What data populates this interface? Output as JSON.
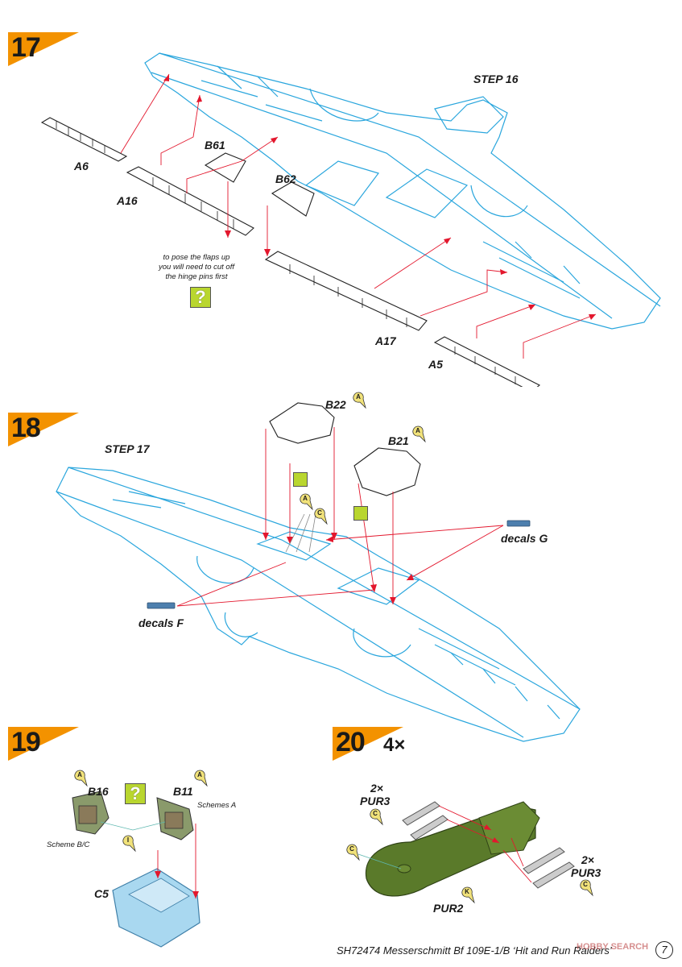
{
  "steps": {
    "s17": {
      "number": "17"
    },
    "s18": {
      "number": "18"
    },
    "s19": {
      "number": "19"
    },
    "s20": {
      "number": "20",
      "count": "4×"
    }
  },
  "labels": {
    "step16_ref": "STEP 16",
    "step17_ref": "STEP 17",
    "a6": "A6",
    "a16": "A16",
    "b61": "B61",
    "b62": "B62",
    "a17": "A17",
    "a5": "A5",
    "b22": "B22",
    "b21": "B21",
    "decals_g": "decals G",
    "decals_f": "decals F",
    "b16": "B16",
    "b11": "B11",
    "schemes_a": "Schemes A",
    "scheme_bc": "Scheme B/C",
    "c5": "C5",
    "pur3_left_qty": "2×",
    "pur3_left": "PUR3",
    "pur3_right_qty": "2×",
    "pur3_right": "PUR3",
    "pur2": "PUR2"
  },
  "note_flaps": [
    "to pose the flaps up",
    "you will need to cut off",
    "the hinge pins first"
  ],
  "paint_codes": {
    "b22": "A",
    "b21": "A",
    "step18_a": "A",
    "step18_c": "C",
    "b16": "A",
    "b11": "A",
    "step19_i": "I",
    "pur3_left": "C",
    "step20_c": "C",
    "pur2": "K",
    "pur3_right": "C"
  },
  "question_icon": "?",
  "footer": {
    "text": "SH72474 Messerschmitt Bf 109E-1/B ‘Hit and Run Raiders’",
    "watermark": "HOBBY SEARCH",
    "page_number": "7"
  },
  "colors": {
    "accent_orange": "#f39200",
    "wing_line": "#2aa6dd",
    "arrow_red": "#e3172d",
    "part_green": "#5a7a2a",
    "clear_blue": "#a9d8f0",
    "hint_green": "#b9d62f"
  }
}
